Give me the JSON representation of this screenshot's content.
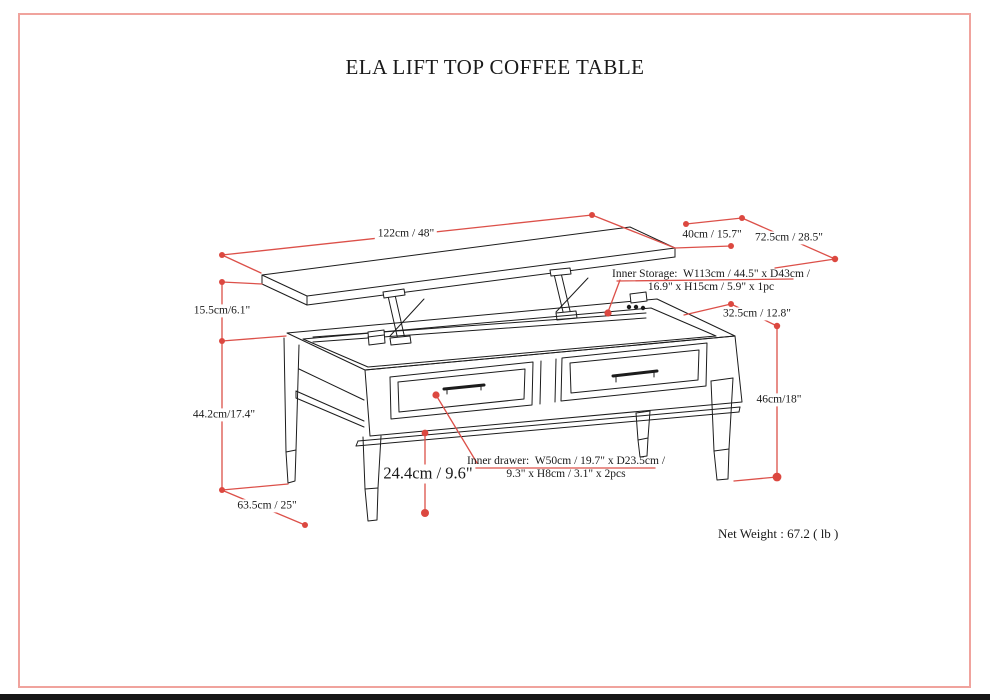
{
  "page": {
    "title": "ELA LIFT TOP COFFEE TABLE",
    "net_weight": "Net Weight : 67.2 ( lb )"
  },
  "colors": {
    "dimension_red": "#dc5049",
    "dot_red": "#dc4840",
    "frame_pink": "#f0a39d",
    "drawing_black": "#1c1c1c"
  },
  "dims": {
    "d122": "122cm / 48\"",
    "d40": "40cm / 15.7\"",
    "d72": "72.5cm / 28.5\"",
    "d32": "32.5cm / 12.8\"",
    "d15": "15.5cm/6.1\"",
    "d44": "44.2cm/17.4\"",
    "d46": "46cm/18\"",
    "d63": "63.5cm / 25\"",
    "d24": "24.4cm / 9.6\""
  },
  "notes": {
    "storage1": "Inner Storage:  W113cm / 44.5\" x D43cm /",
    "storage2": "16.9\" x H15cm / 5.9\" x 1pc",
    "drawer1": "Inner drawer:  W50cm / 19.7\" x D23.5cm /",
    "drawer2": "9.3\" x H8cm / 3.1\" x 2pcs"
  }
}
